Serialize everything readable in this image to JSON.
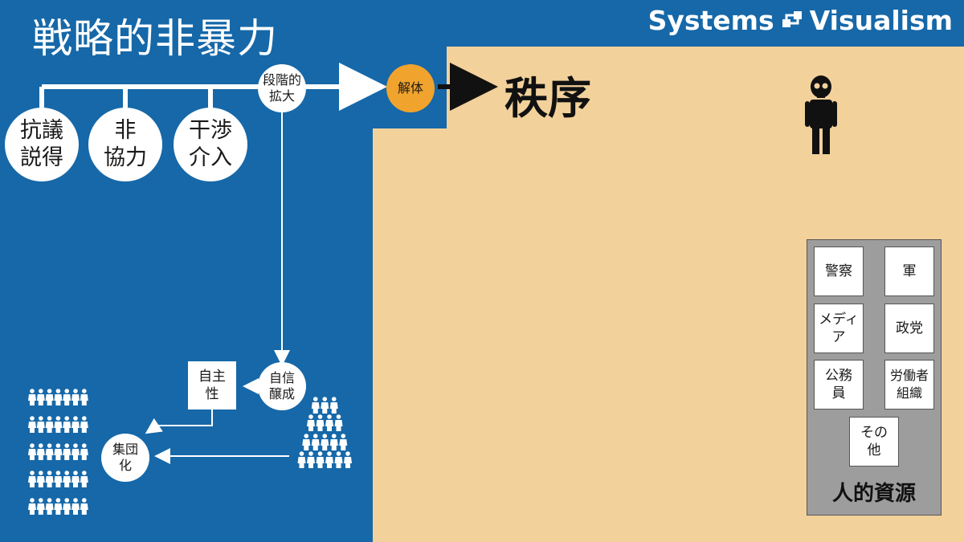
{
  "title": "戦略的非暴力",
  "brand": "Systems Visualism",
  "top_methods": [
    "抗議\n説得",
    "非\n協力",
    "干渉\n介入"
  ],
  "escalation": "段階的\n拡大",
  "dissolution": "解体",
  "order": "秩序",
  "confidence": "自信\n醸成",
  "autonomy": "自主\n性",
  "collective": "集団\n化",
  "resources": {
    "label": "人的資源",
    "items": [
      "警察",
      "軍",
      "メディ\nア",
      "政党",
      "公務\n員",
      "労働者\n組織",
      "その\n他"
    ]
  },
  "icons": [
    "logo-icon",
    "skull-figure-icon",
    "crowd-icon"
  ]
}
